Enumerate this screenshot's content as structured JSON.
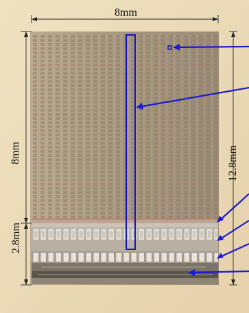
{
  "labels": {
    "width_top": "8mm",
    "height_upper": "8mm",
    "height_lower": "2.8mm",
    "height_total": "12.8mm"
  },
  "colors": {
    "background": "#f1e3c3",
    "die": "#a89a86",
    "pad_rows": "#c8c0b4",
    "annotation": "#1414c8",
    "dimension_lines": "#222222"
  }
}
